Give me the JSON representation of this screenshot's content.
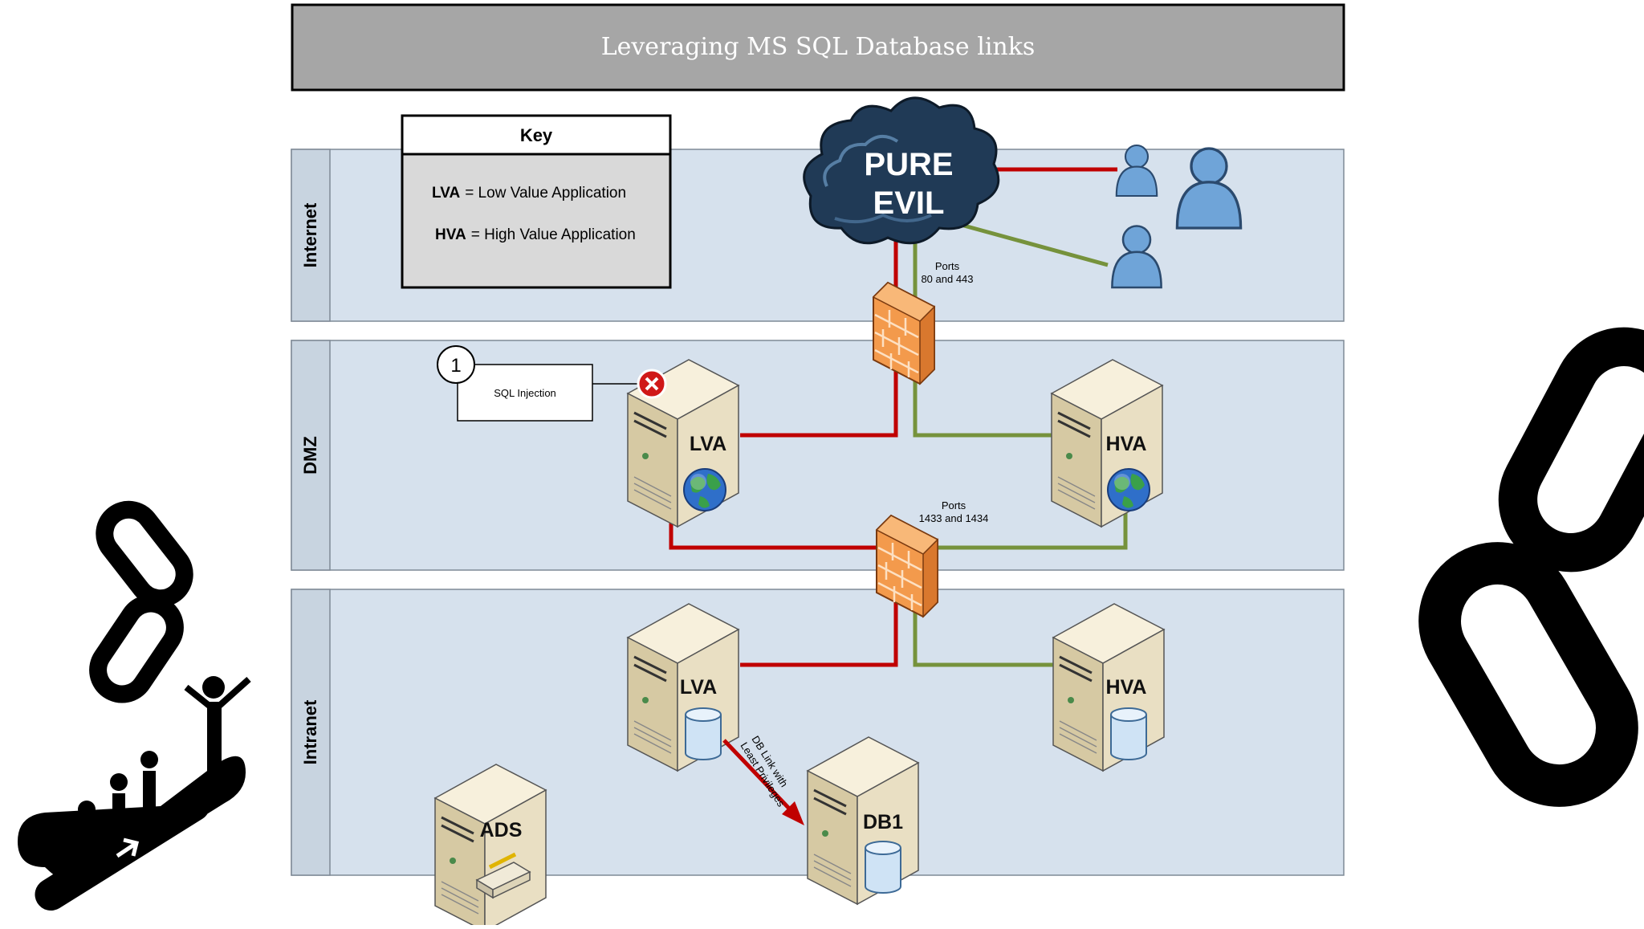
{
  "title": "Leveraging MS SQL Database links",
  "zones": {
    "internet": "Internet",
    "dmz": "DMZ",
    "intranet": "Intranet"
  },
  "key": {
    "heading": "Key",
    "line1_abbr": "LVA",
    "line1_text": "= Low Value Application",
    "line2_abbr": "HVA",
    "line2_text": "= High Value Application"
  },
  "cloud": {
    "line1": "PURE",
    "line2": "EVIL"
  },
  "ports_web": {
    "line1": "Ports",
    "line2": "80 and 443"
  },
  "ports_sql": {
    "line1": "Ports",
    "line2": "1433 and 1434"
  },
  "callout": {
    "number": "1",
    "text": "SQL Injection"
  },
  "servers": {
    "dmz_lva": "LVA",
    "dmz_hva": "HVA",
    "intranet_lva": "LVA",
    "intranet_hva": "HVA",
    "db1": "DB1",
    "ads": "ADS"
  },
  "db_link": {
    "line1": "DB Link with",
    "line2": "Least Privileges"
  },
  "colors": {
    "zone_fill": "#d6e1ed",
    "zone_tab": "#c8d4e0",
    "title_bar": "#a6a6a6",
    "attack_line": "#c00000",
    "legit_line": "#76923c",
    "firewall": "#f39a4c",
    "server_body": "#e9dfc3"
  },
  "icons": [
    "cloud-icon",
    "user-icon",
    "firewall-icon",
    "server-icon",
    "globe-icon",
    "database-icon",
    "error-icon",
    "chain-link-icon",
    "escalator-icon"
  ]
}
